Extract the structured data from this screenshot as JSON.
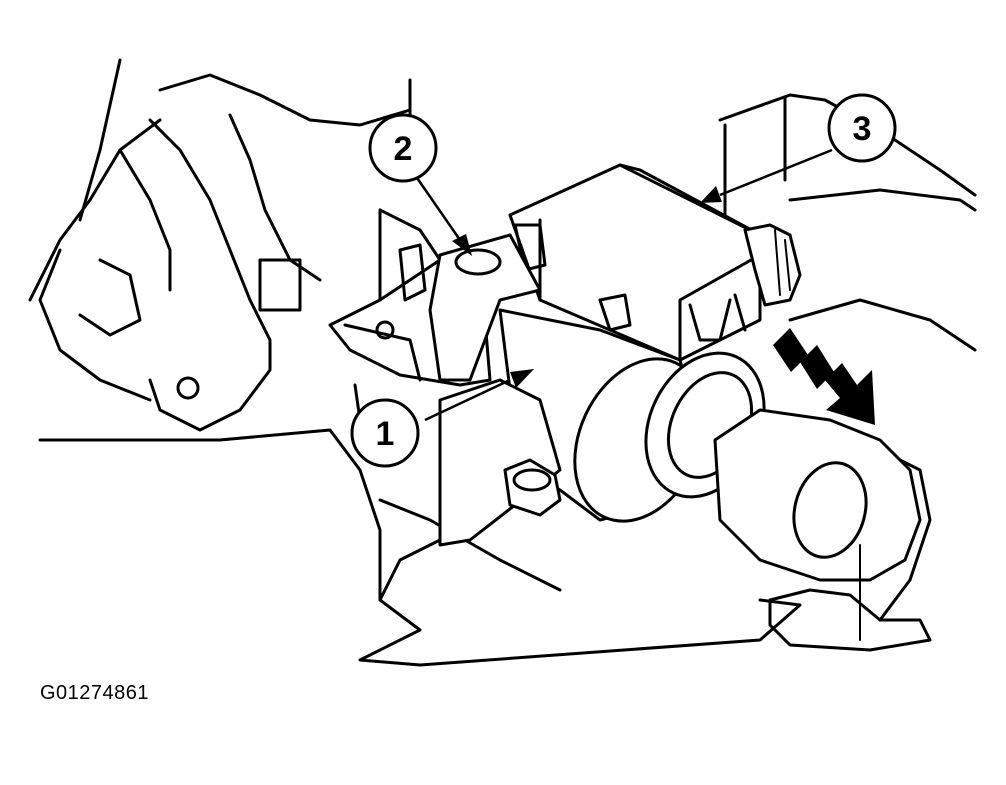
{
  "figure_id": "G01274861",
  "callouts": [
    {
      "label": "1"
    },
    {
      "label": "2"
    },
    {
      "label": "3"
    }
  ]
}
